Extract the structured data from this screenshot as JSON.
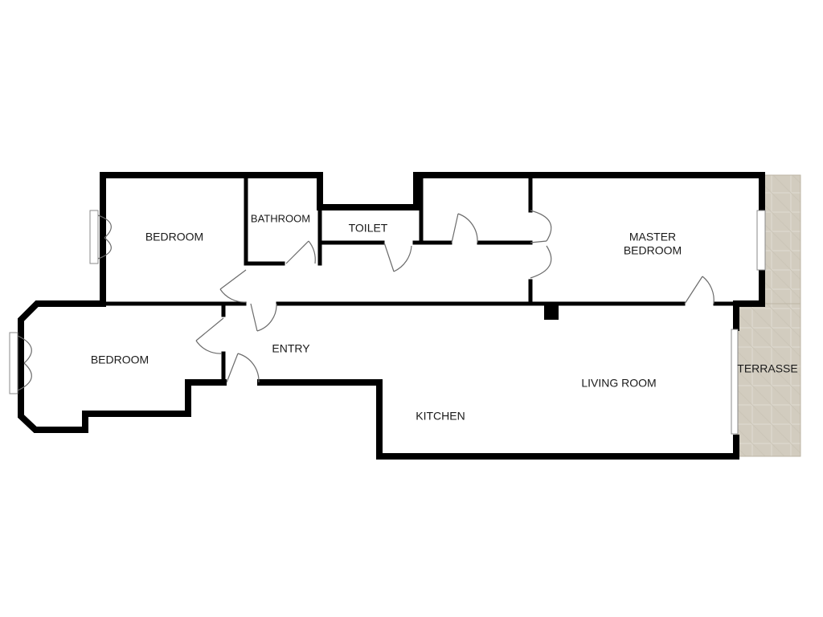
{
  "plan": {
    "colors": {
      "wall": "#000000",
      "terrace_tile": "#d6d1c6",
      "background": "#ffffff"
    },
    "rooms": {
      "bedroom_1": "BEDROOM",
      "bathroom": "BATHROOM",
      "toilet": "TOILET",
      "master_bedroom_line1": "MASTER",
      "master_bedroom_line2": "BEDROOM",
      "bedroom_2": "BEDROOM",
      "entry": "ENTRY",
      "living_room": "LIVING ROOM",
      "kitchen": "KITCHEN",
      "terrasse": "TERRASSE"
    }
  }
}
